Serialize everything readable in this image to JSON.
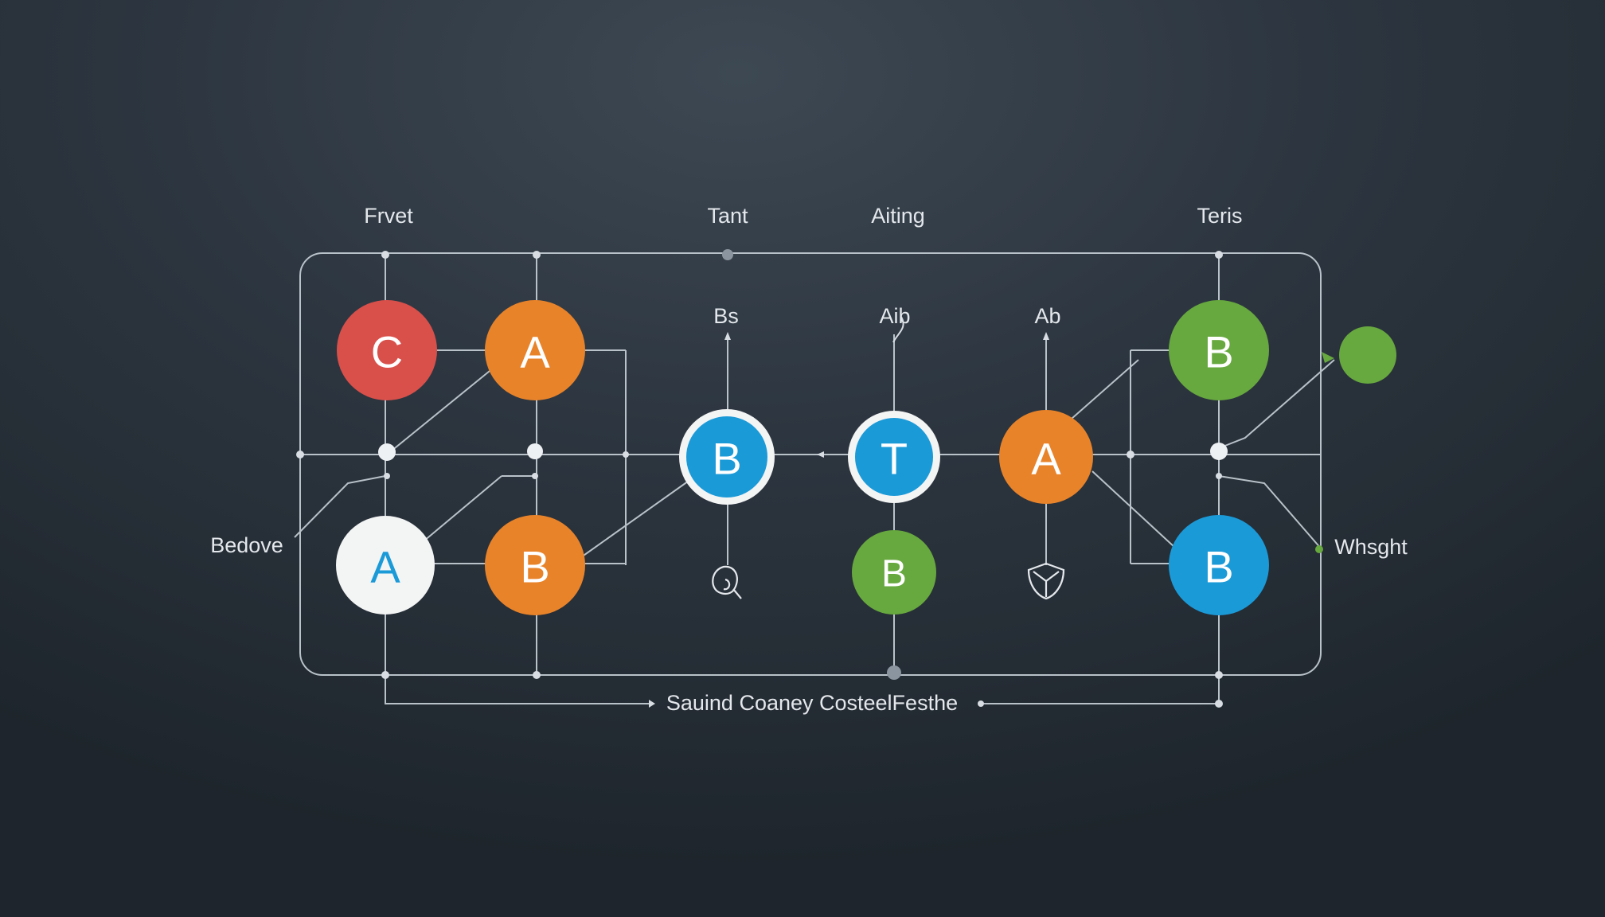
{
  "labels": {
    "top_1": "Frvet",
    "top_2": "Tant",
    "top_3": "Aiting",
    "top_4": "Teris",
    "mid_1": "Bs",
    "mid_2": "Aib",
    "mid_3": "Ab",
    "left": "Bedove",
    "right": "Whsght",
    "bottom": "Sauind Coaney CosteelFesthe"
  },
  "nodes": {
    "c_red": "C",
    "a_orange_top": "A",
    "a_white": "A",
    "b_orange_bottom": "B",
    "b_blue_ring": "B",
    "t_blue_ring": "T",
    "b_green_small": "B",
    "a_orange_right": "A",
    "b_green_top": "B",
    "b_blue_bottom": "B"
  },
  "colors": {
    "red": "#d9504b",
    "orange": "#e8832a",
    "blue": "#1b9ad8",
    "green": "#67a83f",
    "white": "#f3f4f4",
    "line": "#b9c1c9"
  }
}
